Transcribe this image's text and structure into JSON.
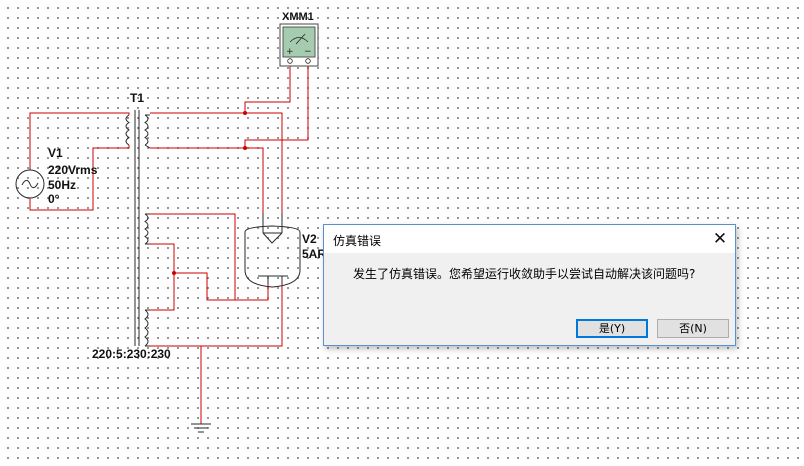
{
  "schematic": {
    "meter_label": "XMM1",
    "transformer_label": "T1",
    "transformer_ratio": "220:5:230:230",
    "source_name": "V1",
    "source_voltage": "220Vrms",
    "source_freq": "50Hz",
    "source_phase": "0°",
    "tube_name": "V2",
    "tube_model": "5AR"
  },
  "dialog": {
    "title": "仿真错误",
    "close_glyph": "✕",
    "message": "发生了仿真错误。您希望运行收敛助手以尝试自动解决该问题吗?",
    "yes_label": "是(Y)",
    "no_label": "否(N)"
  },
  "colors": {
    "wire": "#cc0000",
    "component": "#2a2a2a",
    "meter_face": "#a6ccb0",
    "dialog_border": "#5a8fd0",
    "accent": "#0078d7"
  }
}
